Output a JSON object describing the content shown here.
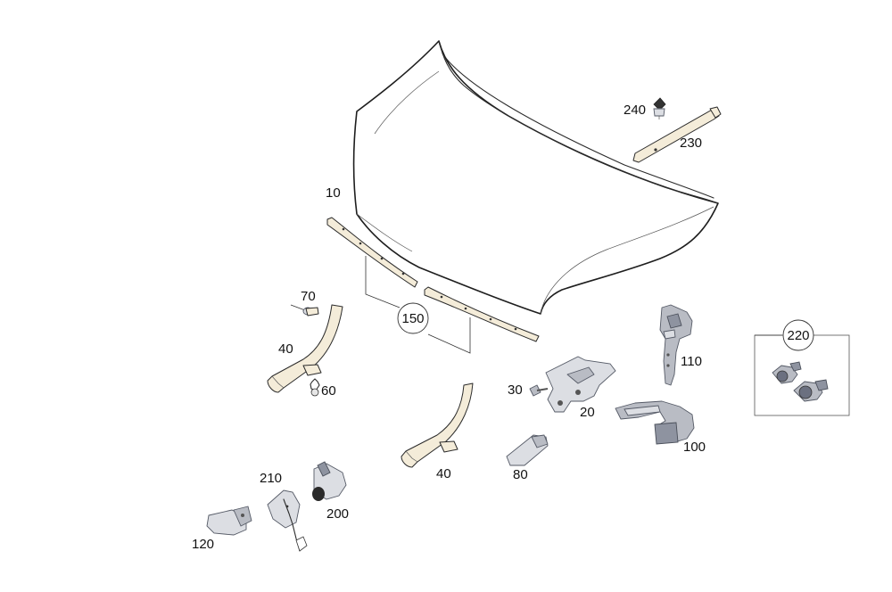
{
  "parts": {
    "hood": "10",
    "hood_stop_bracket": "20",
    "screw_30": "30",
    "hinge_pad_40": "40",
    "hinge_pad_40b": "40",
    "clip_60": "60",
    "plug_70": "70",
    "buffer_80": "80",
    "lock_100": "100",
    "latch_110": "110",
    "handle_120": "120",
    "seal_strips": "150",
    "cable_200": "200",
    "release_210": "210",
    "clip_set_220": "220",
    "strut_230": "230",
    "clip_240": "240"
  }
}
